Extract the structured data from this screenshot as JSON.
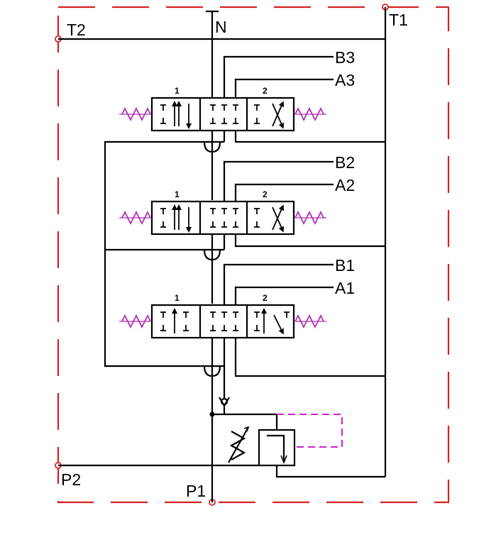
{
  "labels": {
    "t2": "T2",
    "n": "N",
    "t1": "T1",
    "b3": "B3",
    "a3": "A3",
    "b2": "B2",
    "a2": "A2",
    "b1": "B1",
    "a1": "A1",
    "p2": "P2",
    "p1": "P1"
  },
  "valves": [
    {
      "position_left": "1",
      "position_right": "2"
    },
    {
      "position_left": "1",
      "position_right": "2"
    },
    {
      "position_left": "1",
      "position_right": "2"
    }
  ],
  "colors": {
    "boundary": "#d62020",
    "pilot": "#cc22cc",
    "spring": "#b030b0",
    "line": "#000000"
  }
}
